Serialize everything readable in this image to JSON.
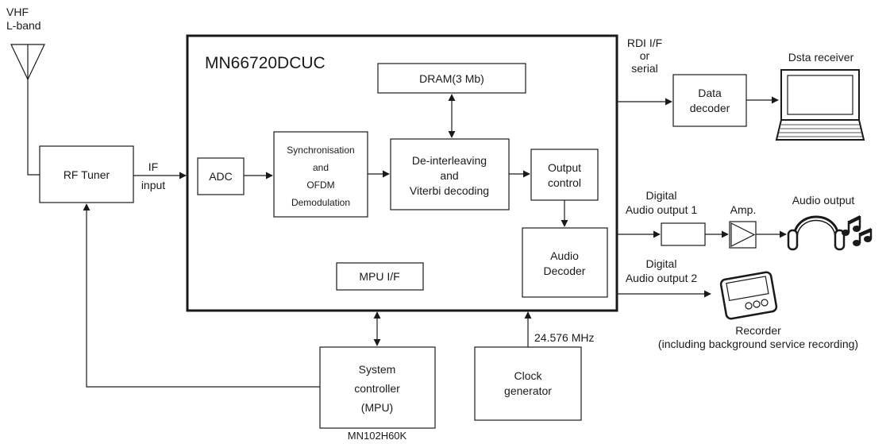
{
  "antenna": {
    "line1": "VHF",
    "line2": "L-band"
  },
  "chip": {
    "name": "MN66720DCUC"
  },
  "blocks": {
    "dram": "DRAM(3 Mb)",
    "adc": "ADC",
    "sync": [
      "Synchronisation",
      "and",
      "OFDM",
      "Demodulation"
    ],
    "deint": [
      "De-interleaving",
      "and",
      "Viterbi decoding"
    ],
    "output_control": [
      "Output",
      "control"
    ],
    "audio_decoder": [
      "Audio",
      "Decoder"
    ],
    "mpu_if": "MPU I/F",
    "rf_tuner": "RF Tuner",
    "data_decoder": [
      "Data",
      "decoder"
    ],
    "system_controller": [
      "System",
      "controller",
      "(MPU)"
    ],
    "system_controller_part": "MN102H60K",
    "clock_generator": [
      "Clock",
      "generator"
    ],
    "amp": "Amp."
  },
  "signals": {
    "if_input": [
      "IF",
      "input"
    ],
    "rdi": [
      "RDI I/F",
      "or",
      "serial"
    ],
    "digital_audio_1": [
      "Digital",
      "Audio output 1"
    ],
    "digital_audio_2": [
      "Digital",
      "Audio output 2"
    ],
    "clock_freq": "24.576 MHz"
  },
  "devices": {
    "data_receiver": "Dsta receiver",
    "audio_output": "Audio output",
    "recorder": [
      "Recorder",
      "(including background service recording)"
    ]
  }
}
